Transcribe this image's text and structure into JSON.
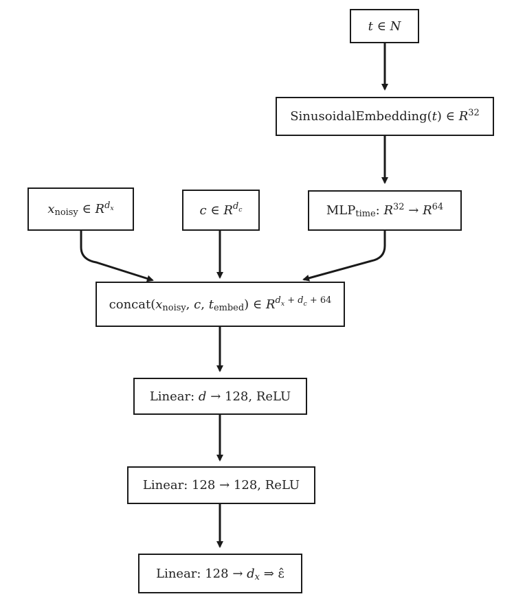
{
  "nodes": {
    "t_input": {
      "var": "t",
      "op": "∈",
      "set": "N"
    },
    "sinusoidal": {
      "name": "SinusoidalEmbedding(",
      "var": "t",
      "close": ")",
      "op": "∈",
      "set": "R",
      "sup": "32"
    },
    "mlp_time": {
      "name": "MLP",
      "sub": "time",
      "colon": ":",
      "set1": "R",
      "sup1": "32",
      "arrow": "→",
      "set2": "R",
      "sup2": "64"
    },
    "x_noisy": {
      "var": "x",
      "sub": "noisy",
      "op": "∈",
      "set": "R",
      "sup_var": "d",
      "sup_sub": "x"
    },
    "c_input": {
      "var": "c",
      "op": "∈",
      "set": "R",
      "sup_var": "d",
      "sup_sub": "c"
    },
    "concat": {
      "name": "concat(",
      "a_var": "x",
      "a_sub": "noisy",
      "sep1": ",",
      "b_var": "c",
      "sep2": ",",
      "c_var": "t",
      "c_sub": "embed",
      "close": ")",
      "op": "∈",
      "set": "R",
      "sup_d1": "d",
      "sup_d1_sub": "x",
      "sup_plus1": "+",
      "sup_d2": "d",
      "sup_d2_sub": "c",
      "sup_plus2": "+",
      "sup_num": "64"
    },
    "linear1": {
      "prefix": "Linear:",
      "var": "d",
      "arrow": "→",
      "out": "128,",
      "act": "ReLU"
    },
    "linear2": {
      "prefix": "Linear:",
      "in": "128",
      "arrow": "→",
      "out": "128,",
      "act": "ReLU"
    },
    "linear3": {
      "prefix": "Linear:",
      "in": "128",
      "arrow": "→",
      "var": "d",
      "sub": "x",
      "implies": "⇒",
      "result": "ε̂"
    }
  },
  "colors": {
    "stroke": "#1a1a1a",
    "text": "#222222",
    "background": "#ffffff"
  }
}
